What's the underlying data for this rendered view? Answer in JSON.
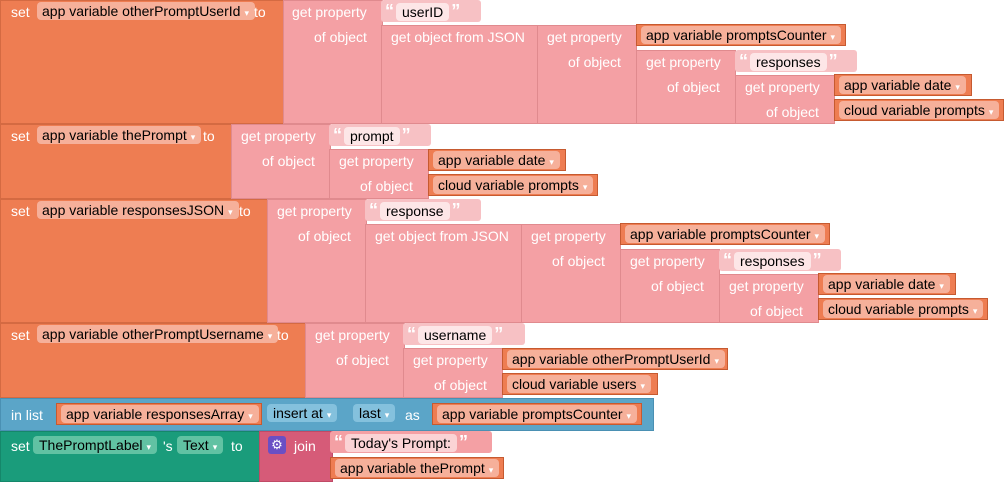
{
  "common": {
    "set": "set",
    "to": "to",
    "get_property": "get property",
    "of_object": "of object",
    "get_object_from_json": "get object from JSON"
  },
  "vars": {
    "otherPromptUserId": "app variable otherPromptUserId",
    "promptsCounter": "app variable promptsCounter",
    "date": "app variable date",
    "cloud_prompts": "cloud variable prompts",
    "thePrompt": "app variable thePrompt",
    "responsesJSON": "app variable responsesJSON",
    "otherPromptUsername": "app variable otherPromptUsername",
    "cloud_users": "cloud variable users",
    "responsesArray": "app variable responsesArray"
  },
  "strings": {
    "userID": "userID",
    "responses": "responses",
    "prompt": "prompt",
    "response": "response",
    "username": "username",
    "todays_prompt": "Today's Prompt:"
  },
  "list_block": {
    "in_list": "in list",
    "insert_at": "insert at",
    "position": "last",
    "as": "as"
  },
  "label_block": {
    "component": "ThePromptLabel",
    "apostrophe_s": "'s",
    "property": "Text",
    "join": "join"
  },
  "icons": {
    "gear": "gear-icon"
  },
  "colors": {
    "variable": "#ee7d52",
    "json": "#f4a0a4",
    "list": "#5ba5c8",
    "component": "#1a9c7b",
    "text": "#d65b78"
  }
}
